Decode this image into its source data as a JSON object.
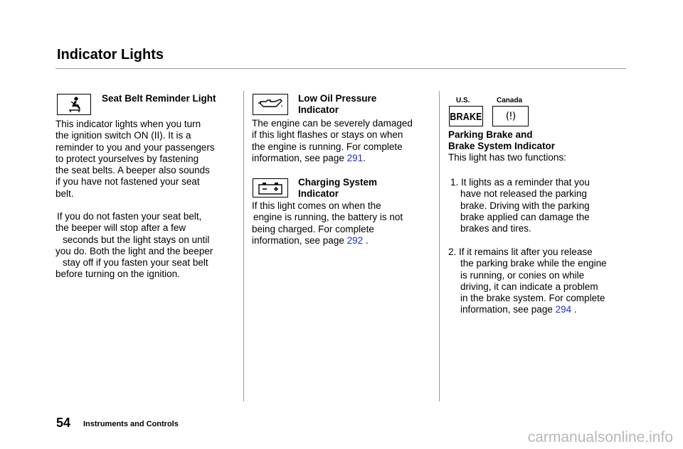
{
  "page": {
    "title": "Indicator Lights",
    "page_number": "54",
    "footer": "Instruments and Controls",
    "watermark": "carmanualsonline.info"
  },
  "seatbelt": {
    "heading": "Seat Belt Reminder Light",
    "icon": "seatbelt-person-icon",
    "lines": [
      "This indicator lights when you turn",
      "the ignition switch ON (II). It is a",
      "reminder to you and your passengers",
      "to protect yourselves by fastening",
      "the seat belts. A beeper also sounds",
      "if you have not fastened your seat",
      "belt."
    ],
    "lines2": [
      "If you do not fasten your seat belt,",
      "the beeper will stop after a few",
      "seconds but the light stays on until",
      "you do. Both the light and the beeper",
      "stay off if you fasten your seat belt",
      "before turning on the ignition."
    ]
  },
  "oil": {
    "heading1": "Low Oil Pressure",
    "heading2": "Indicator",
    "icon": "oil-can-icon",
    "lines": [
      "The engine can be severely damaged",
      "if this light flashes or stays on when",
      "the engine is running. For complete"
    ],
    "ref_prefix": "information, see page",
    "ref_page": "291",
    "ref_suffix": "."
  },
  "charging": {
    "heading1": "Charging System",
    "heading2": "Indicator",
    "icon": "battery-icon",
    "lines": [
      "If this light comes on when the",
      "engine is running, the battery is not",
      "being charged. For complete"
    ],
    "ref_prefix": "information, see page",
    "ref_page": "292",
    "ref_suffix": "."
  },
  "brake": {
    "label_us": "U.S.",
    "label_canada": "Canada",
    "brake_text": "BRAKE",
    "canada_symbol": "(!)",
    "heading1": "Parking Brake and",
    "heading2": "Brake System Indicator",
    "intro": "This light has two functions:",
    "item1": [
      "1. It lights as a reminder that you",
      "have not released the parking",
      "brake. Driving with the parking",
      "brake applied can damage the",
      "brakes and tires."
    ],
    "item2": [
      "2. If it remains lit after you release",
      "the parking brake while the engine",
      "is running, or conies on while",
      "driving, it can indicate a problem",
      "in the brake system. For complete"
    ],
    "ref_prefix": "information, see page",
    "ref_page": "294",
    "ref_suffix": "."
  }
}
